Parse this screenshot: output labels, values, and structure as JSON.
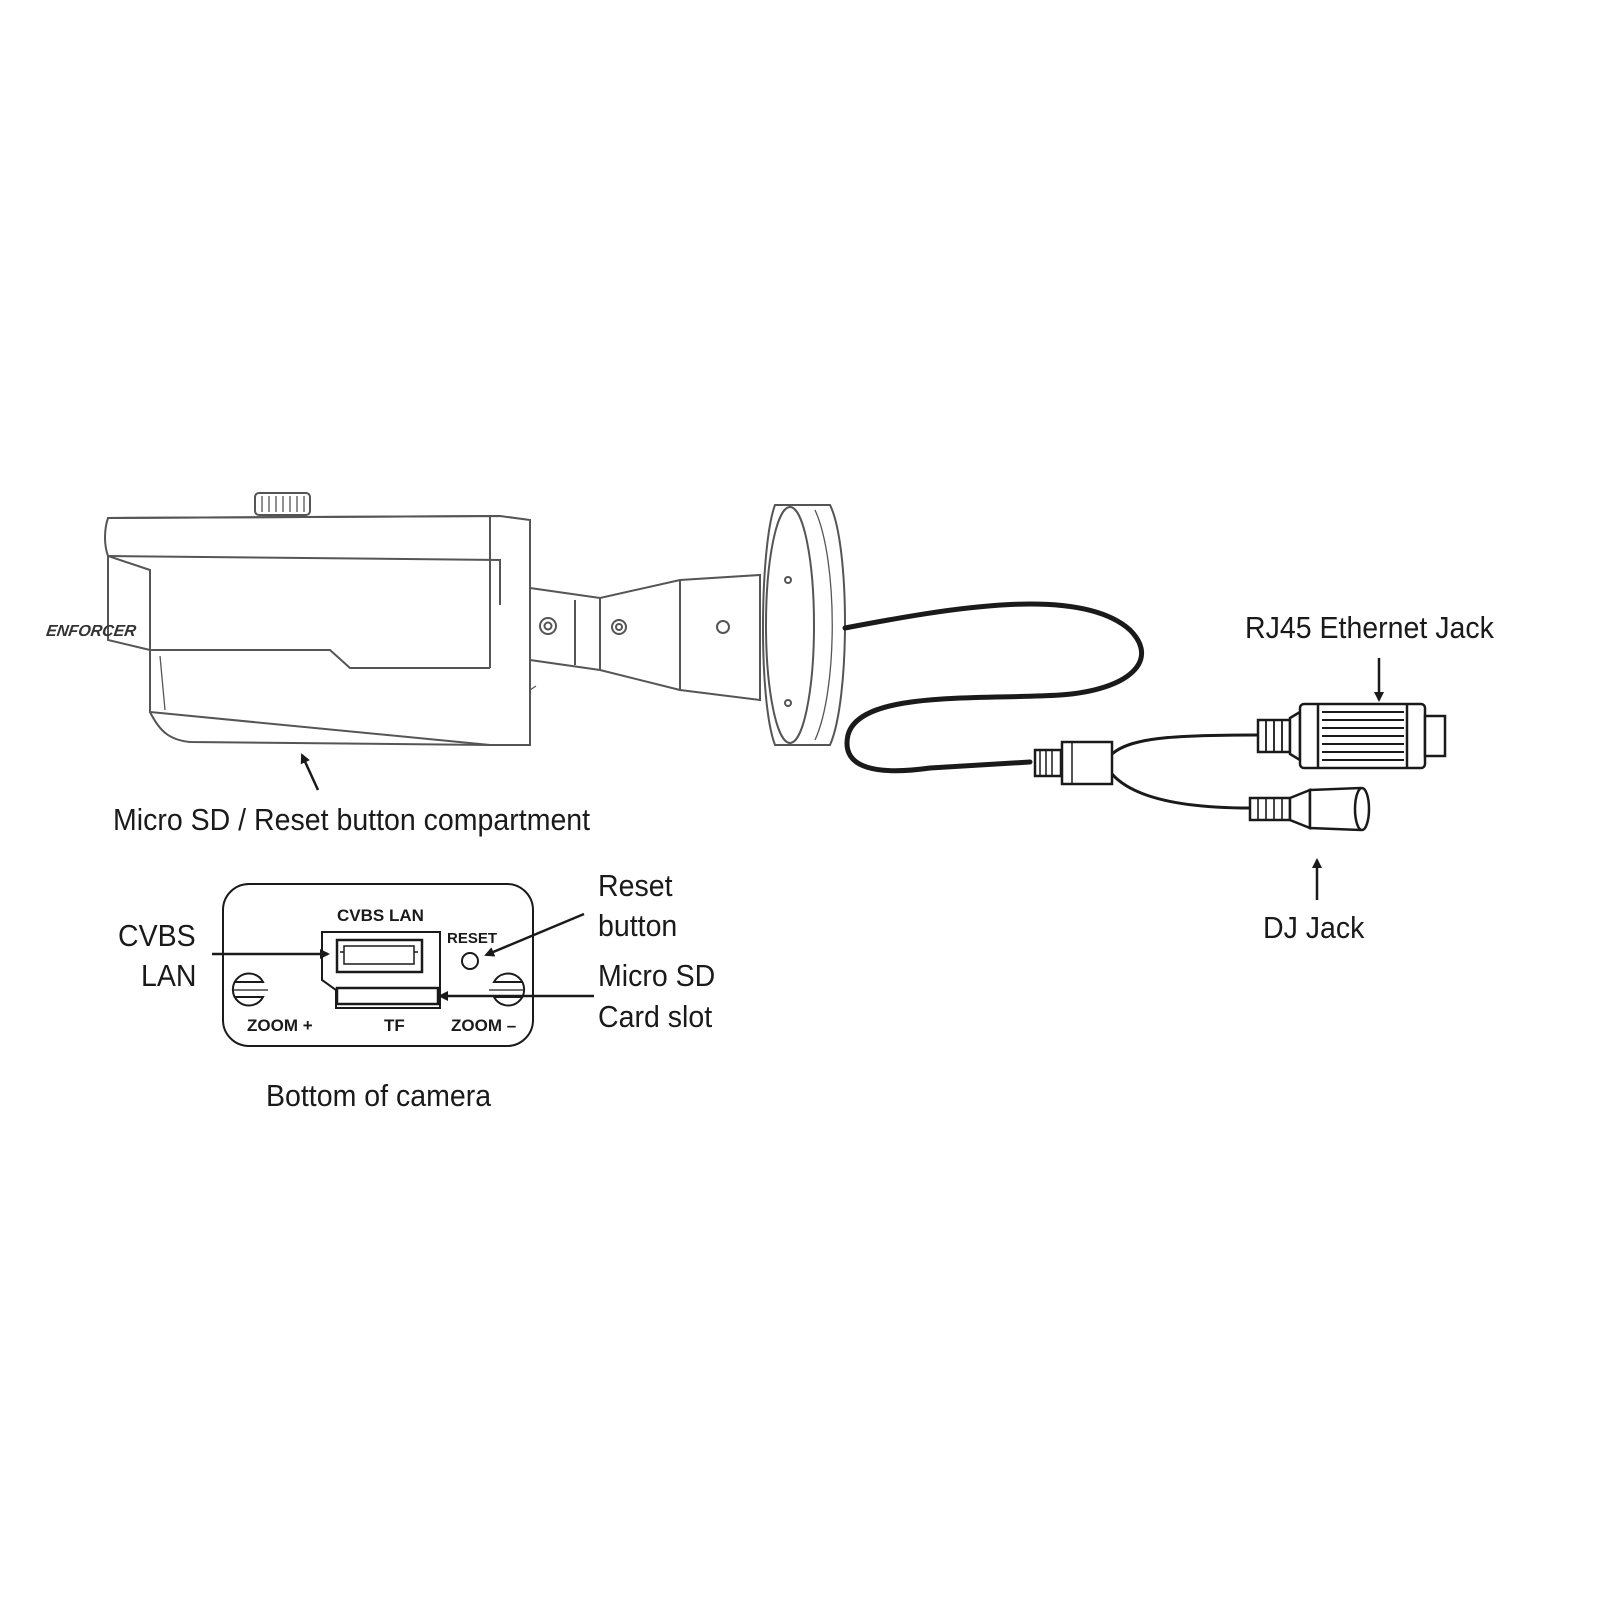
{
  "brand": "ENFORCER",
  "callouts": {
    "compartment": "Micro SD / Reset button compartment",
    "rj45": "RJ45 Ethernet Jack",
    "dj_jack": "DJ Jack",
    "cvbs_lan_line1": "CVBS",
    "cvbs_lan_line2": "LAN",
    "reset_line1": "Reset",
    "reset_line2": "button",
    "microsd_line1": "Micro SD",
    "microsd_line2": "Card slot",
    "bottom_caption": "Bottom of camera"
  },
  "panel": {
    "cvbs_lan": "CVBS LAN",
    "reset": "RESET",
    "zoom_plus": "ZOOM +",
    "tf": "TF",
    "zoom_minus": "ZOOM –"
  },
  "colors": {
    "line": "#1a1a1a",
    "outline": "#555555",
    "background": "#ffffff"
  }
}
